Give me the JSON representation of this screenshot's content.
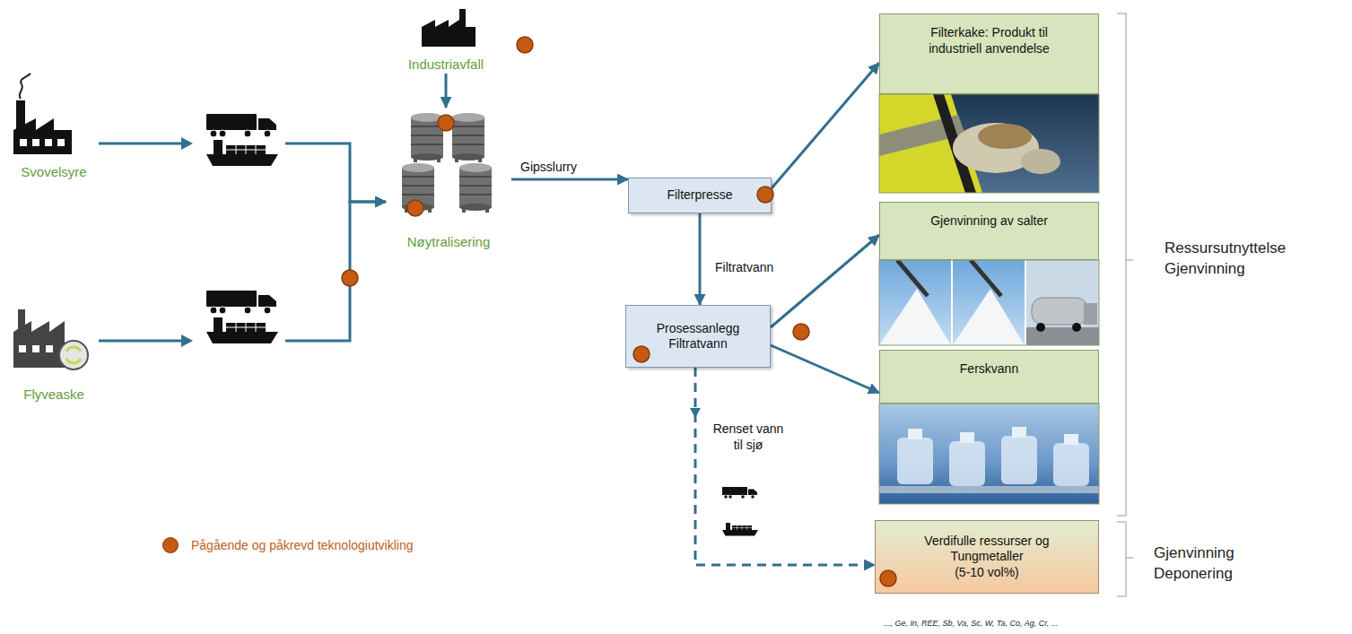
{
  "diagram": {
    "nodes": [
      {
        "text": [
          "Svovelsyre"
        ]
      },
      {
        "text": [
          "Industriavfall"
        ]
      },
      {
        "text": [
          "Nøytralisering"
        ]
      },
      {
        "text": [
          "Flyveaske"
        ]
      },
      {
        "text": [
          "Filterpresse"
        ]
      },
      {
        "text": [
          "Prosessanlegg Filtratvann"
        ]
      },
      {
        "text": [
          "Filterkake: Produkt til industriell anvendelse"
        ]
      },
      {
        "text": [
          "Gjenvinning av salter"
        ]
      },
      {
        "text": [
          "Ferskvann"
        ]
      },
      {
        "text": [
          "Verdifulle ressurser og Tungmetaller",
          "(5-10 vol%)"
        ]
      }
    ],
    "edges": [
      {
        "from": 0,
        "to": 2,
        "arrow": "to"
      },
      {
        "from": 3,
        "to": 2,
        "arrow": "to"
      },
      {
        "from": 1,
        "to": 2,
        "arrow": "to"
      },
      {
        "from": 2,
        "to": 4,
        "label": "Gipsslurry",
        "arrow": "to"
      },
      {
        "from": 4,
        "to": 6,
        "arrow": "to"
      },
      {
        "from": 4,
        "to": 5,
        "label": "Filtratvann",
        "arrow": "to"
      },
      {
        "from": 5,
        "to": 7,
        "arrow": "to"
      },
      {
        "from": 5,
        "to": 8,
        "arrow": "to"
      },
      {
        "from": 5,
        "to": 9,
        "label": "Renset vann til sjø",
        "arrow": "to"
      }
    ],
    "labels": [
      "Ressursutnyttelse Gjenvinning",
      "Gjenvinning Deponering",
      "..., Ge, In, REE, Sb, Va, Sc, W, Ta, Co, Ag, Cr, ..."
    ],
    "legend": [
      {
        "text": "Pågående og påkrevd teknologiutvikling",
        "color": "#c55a11"
      }
    ]
  }
}
